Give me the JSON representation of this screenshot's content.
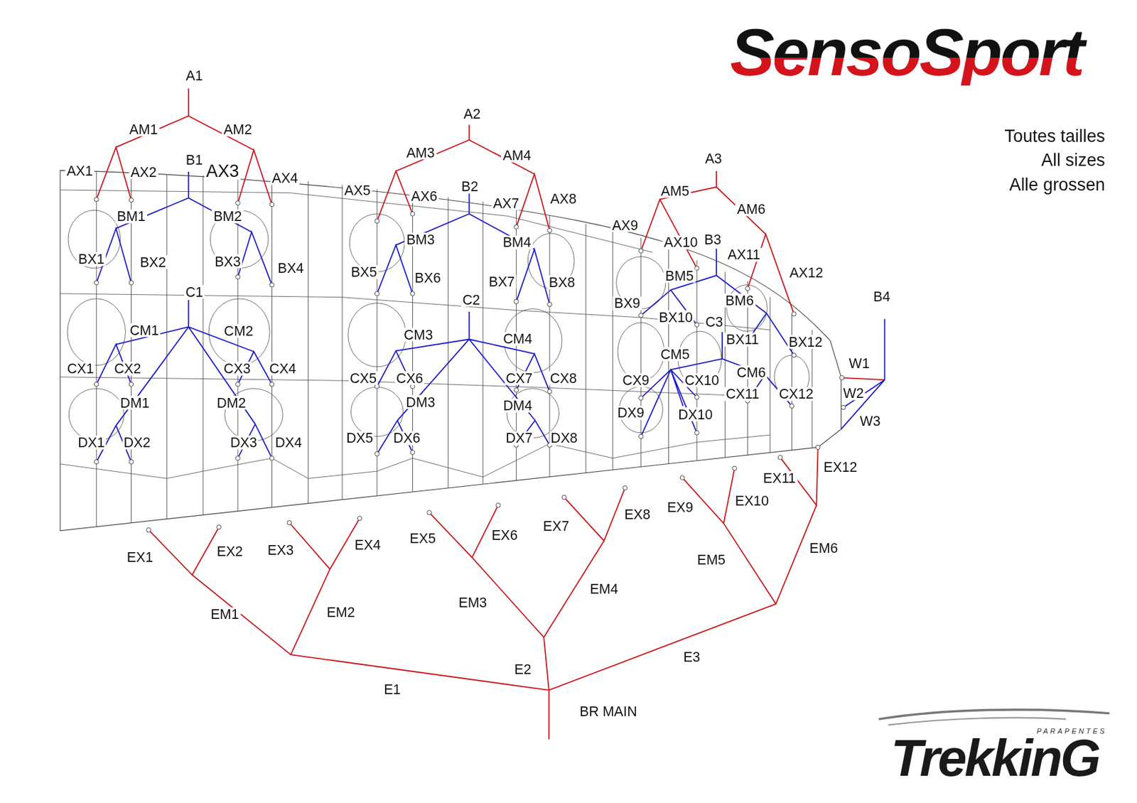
{
  "diagram": {
    "labels": [
      "SensoSport",
      "Toutes tailles",
      "All sizes",
      "Alle grossen",
      "A1",
      "AM1",
      "AM2",
      "AX1",
      "AX2",
      "B1",
      "AX3",
      "AX4",
      "A2",
      "AM3",
      "AM4",
      "AX5",
      "AX6",
      "B2",
      "AX7",
      "AX8",
      "A3",
      "AM5",
      "AM6",
      "AX9",
      "AX10",
      "B3",
      "AX11",
      "AX12",
      "B4",
      "BM1",
      "BM2",
      "BX1",
      "BX2",
      "BX3",
      "BX4",
      "BM3",
      "BM4",
      "BX5",
      "BX6",
      "BX7",
      "BX8",
      "BX9",
      "BM5",
      "BX10",
      "C3",
      "BM6",
      "BX11",
      "BX12",
      "C1",
      "CM1",
      "CM2",
      "C2",
      "CM3",
      "CM4",
      "CX1",
      "CX2",
      "CX3",
      "CX4",
      "CX5",
      "CX6",
      "CX7",
      "CX8",
      "CX9",
      "CM5",
      "CX10",
      "CM6",
      "CX11",
      "CX12",
      "W1",
      "W2",
      "W3",
      "DM1",
      "DM2",
      "DM3",
      "DM4",
      "DX1",
      "DX2",
      "DX3",
      "DX4",
      "DX5",
      "DX6",
      "DX7",
      "DX8",
      "DX9",
      "DX10",
      "EX1",
      "EX2",
      "EX3",
      "EX4",
      "EX5",
      "EX6",
      "EX7",
      "EX8",
      "EX9",
      "EX10",
      "EX11",
      "EX12",
      "EM1",
      "EM2",
      "EM3",
      "EM4",
      "EM5",
      "EM6",
      "E1",
      "E2",
      "E3",
      "BR MAIN",
      "PARAPENTES",
      "TrekkinG"
    ]
  }
}
